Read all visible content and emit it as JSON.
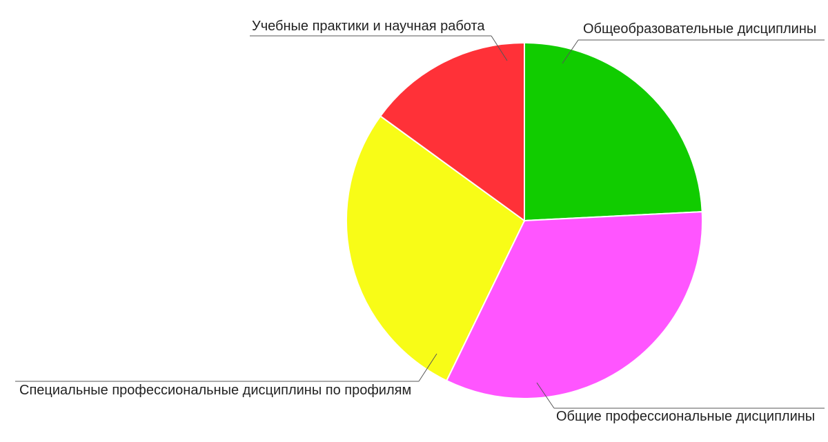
{
  "chart_data": {
    "type": "pie",
    "title": "",
    "start_angle_deg": 0,
    "direction": "clockwise",
    "slices": [
      {
        "label": "Общеобразовательные дисциплины",
        "value": 24.2,
        "color": "#11CC00"
      },
      {
        "label": "Общие профессиональные дисциплины",
        "value": 33.0,
        "color": "#FF55FF"
      },
      {
        "label": "Специальные профессиональные дисциплины по профилям",
        "value": 27.8,
        "color": "#F8FC17"
      },
      {
        "label": "Учебные практики и научная работа",
        "value": 15.0,
        "color": "#FF3138"
      }
    ],
    "legend": "none",
    "labels": "outside-with-leader-lines"
  }
}
